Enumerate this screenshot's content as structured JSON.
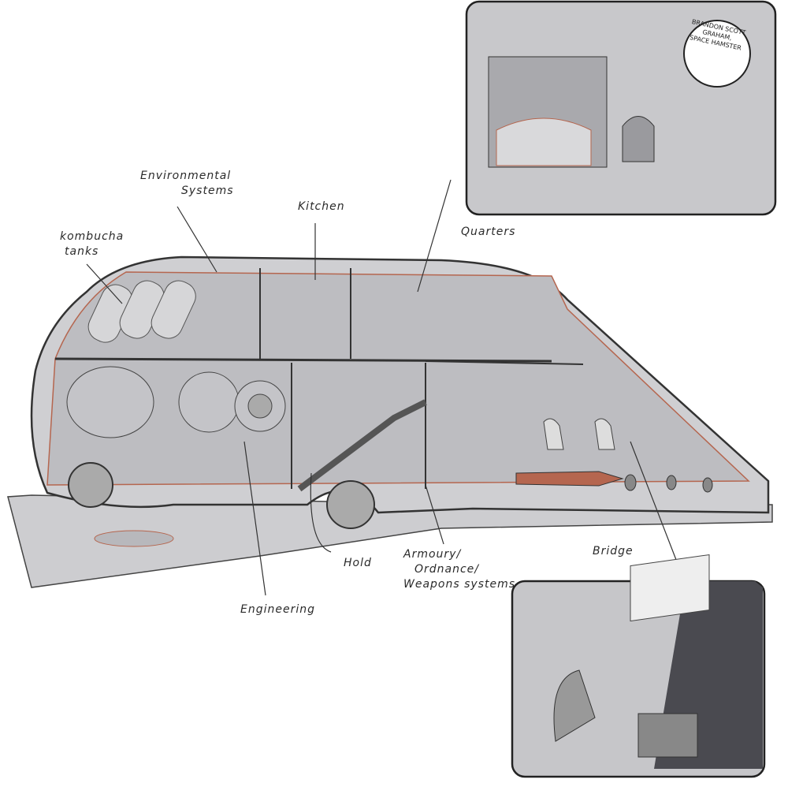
{
  "labels": {
    "environmental": [
      "Environmental",
      "Systems"
    ],
    "kitchen": "Kitchen",
    "kombucha": [
      "kombucha",
      "tanks"
    ],
    "quarters": "Quarters",
    "hold": "Hold",
    "armoury": [
      "Armoury/",
      "Ordnance/",
      "Weapons systems"
    ],
    "engineering": "Engineering",
    "bridge": "Bridge"
  },
  "signature": [
    "BRANDON SCOTT",
    "GRAHAM,",
    "SPACE HAMSTER"
  ],
  "colors": {
    "hull": "#cfcfd2",
    "interior": "#b9b9bd",
    "sketch": "#b5664f",
    "ink": "#333333",
    "space": "#4a4a50"
  }
}
